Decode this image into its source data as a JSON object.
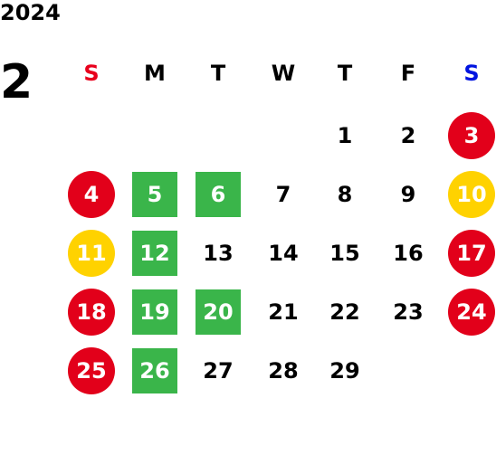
{
  "year": "2024",
  "month": "2",
  "weekdays": [
    {
      "label": "S",
      "color": "#e8001c"
    },
    {
      "label": "M",
      "color": "#000000"
    },
    {
      "label": "T",
      "color": "#000000"
    },
    {
      "label": "W",
      "color": "#000000"
    },
    {
      "label": "T",
      "color": "#000000"
    },
    {
      "label": "F",
      "color": "#000000"
    },
    {
      "label": "S",
      "color": "#0014e0"
    }
  ],
  "colors": {
    "holiday_red": "#e2001a",
    "holiday_yellow": "#ffd200",
    "highlight_green": "#3ab54a"
  },
  "weeks": [
    [
      null,
      null,
      null,
      null,
      {
        "day": "1"
      },
      {
        "day": "2"
      },
      {
        "day": "3",
        "mark": "red"
      }
    ],
    [
      {
        "day": "4",
        "mark": "red"
      },
      {
        "day": "5",
        "mark": "green"
      },
      {
        "day": "6",
        "mark": "green"
      },
      {
        "day": "7"
      },
      {
        "day": "8"
      },
      {
        "day": "9"
      },
      {
        "day": "10",
        "mark": "yellow"
      }
    ],
    [
      {
        "day": "11",
        "mark": "yellow"
      },
      {
        "day": "12",
        "mark": "green"
      },
      {
        "day": "13"
      },
      {
        "day": "14"
      },
      {
        "day": "15"
      },
      {
        "day": "16"
      },
      {
        "day": "17",
        "mark": "red"
      }
    ],
    [
      {
        "day": "18",
        "mark": "red"
      },
      {
        "day": "19",
        "mark": "green"
      },
      {
        "day": "20",
        "mark": "green"
      },
      {
        "day": "21"
      },
      {
        "day": "22"
      },
      {
        "day": "23"
      },
      {
        "day": "24",
        "mark": "red"
      }
    ],
    [
      {
        "day": "25",
        "mark": "red"
      },
      {
        "day": "26",
        "mark": "green"
      },
      {
        "day": "27"
      },
      {
        "day": "28"
      },
      {
        "day": "29"
      },
      null,
      null
    ]
  ]
}
